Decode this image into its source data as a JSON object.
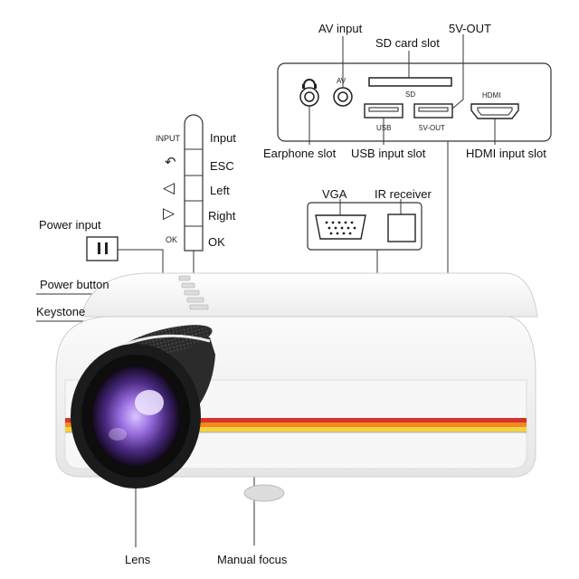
{
  "labels": {
    "av_input": "AV input",
    "sd_card_slot": "SD card slot",
    "five_v_out": "5V-OUT",
    "earphone_slot": "Earphone slot",
    "usb_input_slot": "USB input slot",
    "hdmi_input_slot": "HDMI input slot",
    "vga": "VGA",
    "ir_receiver": "IR receiver",
    "power_input": "Power input",
    "power_button": "Power button",
    "keystone": "Keystone",
    "lens": "Lens",
    "manual_focus": "Manual focus"
  },
  "port_markings": {
    "av": "AV",
    "sd": "SD",
    "usb": "USB",
    "five_v_out": "5V-OUT",
    "hdmi": "HDMI"
  },
  "control_buttons": [
    {
      "symbol": "INPUT",
      "label": "Input"
    },
    {
      "symbol": "↶",
      "label": "ESC"
    },
    {
      "symbol": "◁",
      "label": "Left"
    },
    {
      "symbol": "▷",
      "label": "Right"
    },
    {
      "symbol": "OK",
      "label": "OK"
    }
  ],
  "colors": {
    "body": "#f3f3f3",
    "stripe_red": "#d8322a",
    "stripe_orange": "#f08a24",
    "stripe_yellow": "#f6d23a",
    "lens_purple": "#7a4fb8"
  }
}
